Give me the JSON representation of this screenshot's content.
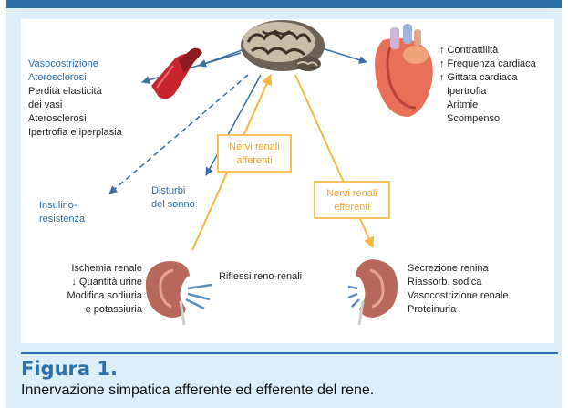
{
  "labels": {
    "vascular": [
      "Vasocostrizione",
      "Aterosclerosi",
      "Perdità elasticità",
      "dei vasi",
      "Aterosclerosi",
      "Ipertrofia e iperplasia"
    ],
    "cardiac": [
      "↑ Contrattilità",
      "↑ Frequenza cardiaca",
      "↑ Gittata cardiaca",
      "Ipertrofia",
      "Aritmie",
      "Scompenso"
    ],
    "insulin": [
      "Insulino-",
      "resistenza"
    ],
    "sleep": [
      "Disturbi",
      "del sonno"
    ],
    "afferent_box": [
      "Nervi renali",
      "afferenti"
    ],
    "efferent_box": [
      "Nervi renali",
      "efferenti"
    ],
    "kidney_left": [
      "Ischemia renale",
      "↓ Quantità urine",
      "Modifica sodiuria",
      "e potassiuria"
    ],
    "reflex": "Riflessi reno-renali",
    "kidney_right": [
      "Secrezione renina",
      "Riassorb. sodica",
      "Vasocostrizione renale",
      "Proteinuria"
    ]
  },
  "caption": {
    "title": "Figura 1.",
    "text": "Innervazione simpatica afferente ed efferente del rene."
  },
  "icons": [
    "brain-icon",
    "heart-icon",
    "blood-vessel-icon",
    "kidney-left-icon",
    "kidney-right-icon"
  ],
  "colors": {
    "accent": "#2d6fa8",
    "panel_bg": "#dceef9",
    "arrow_blue": "#3a6ea5",
    "arrow_orange": "#f5b643",
    "orange_text": "#f0a230"
  }
}
